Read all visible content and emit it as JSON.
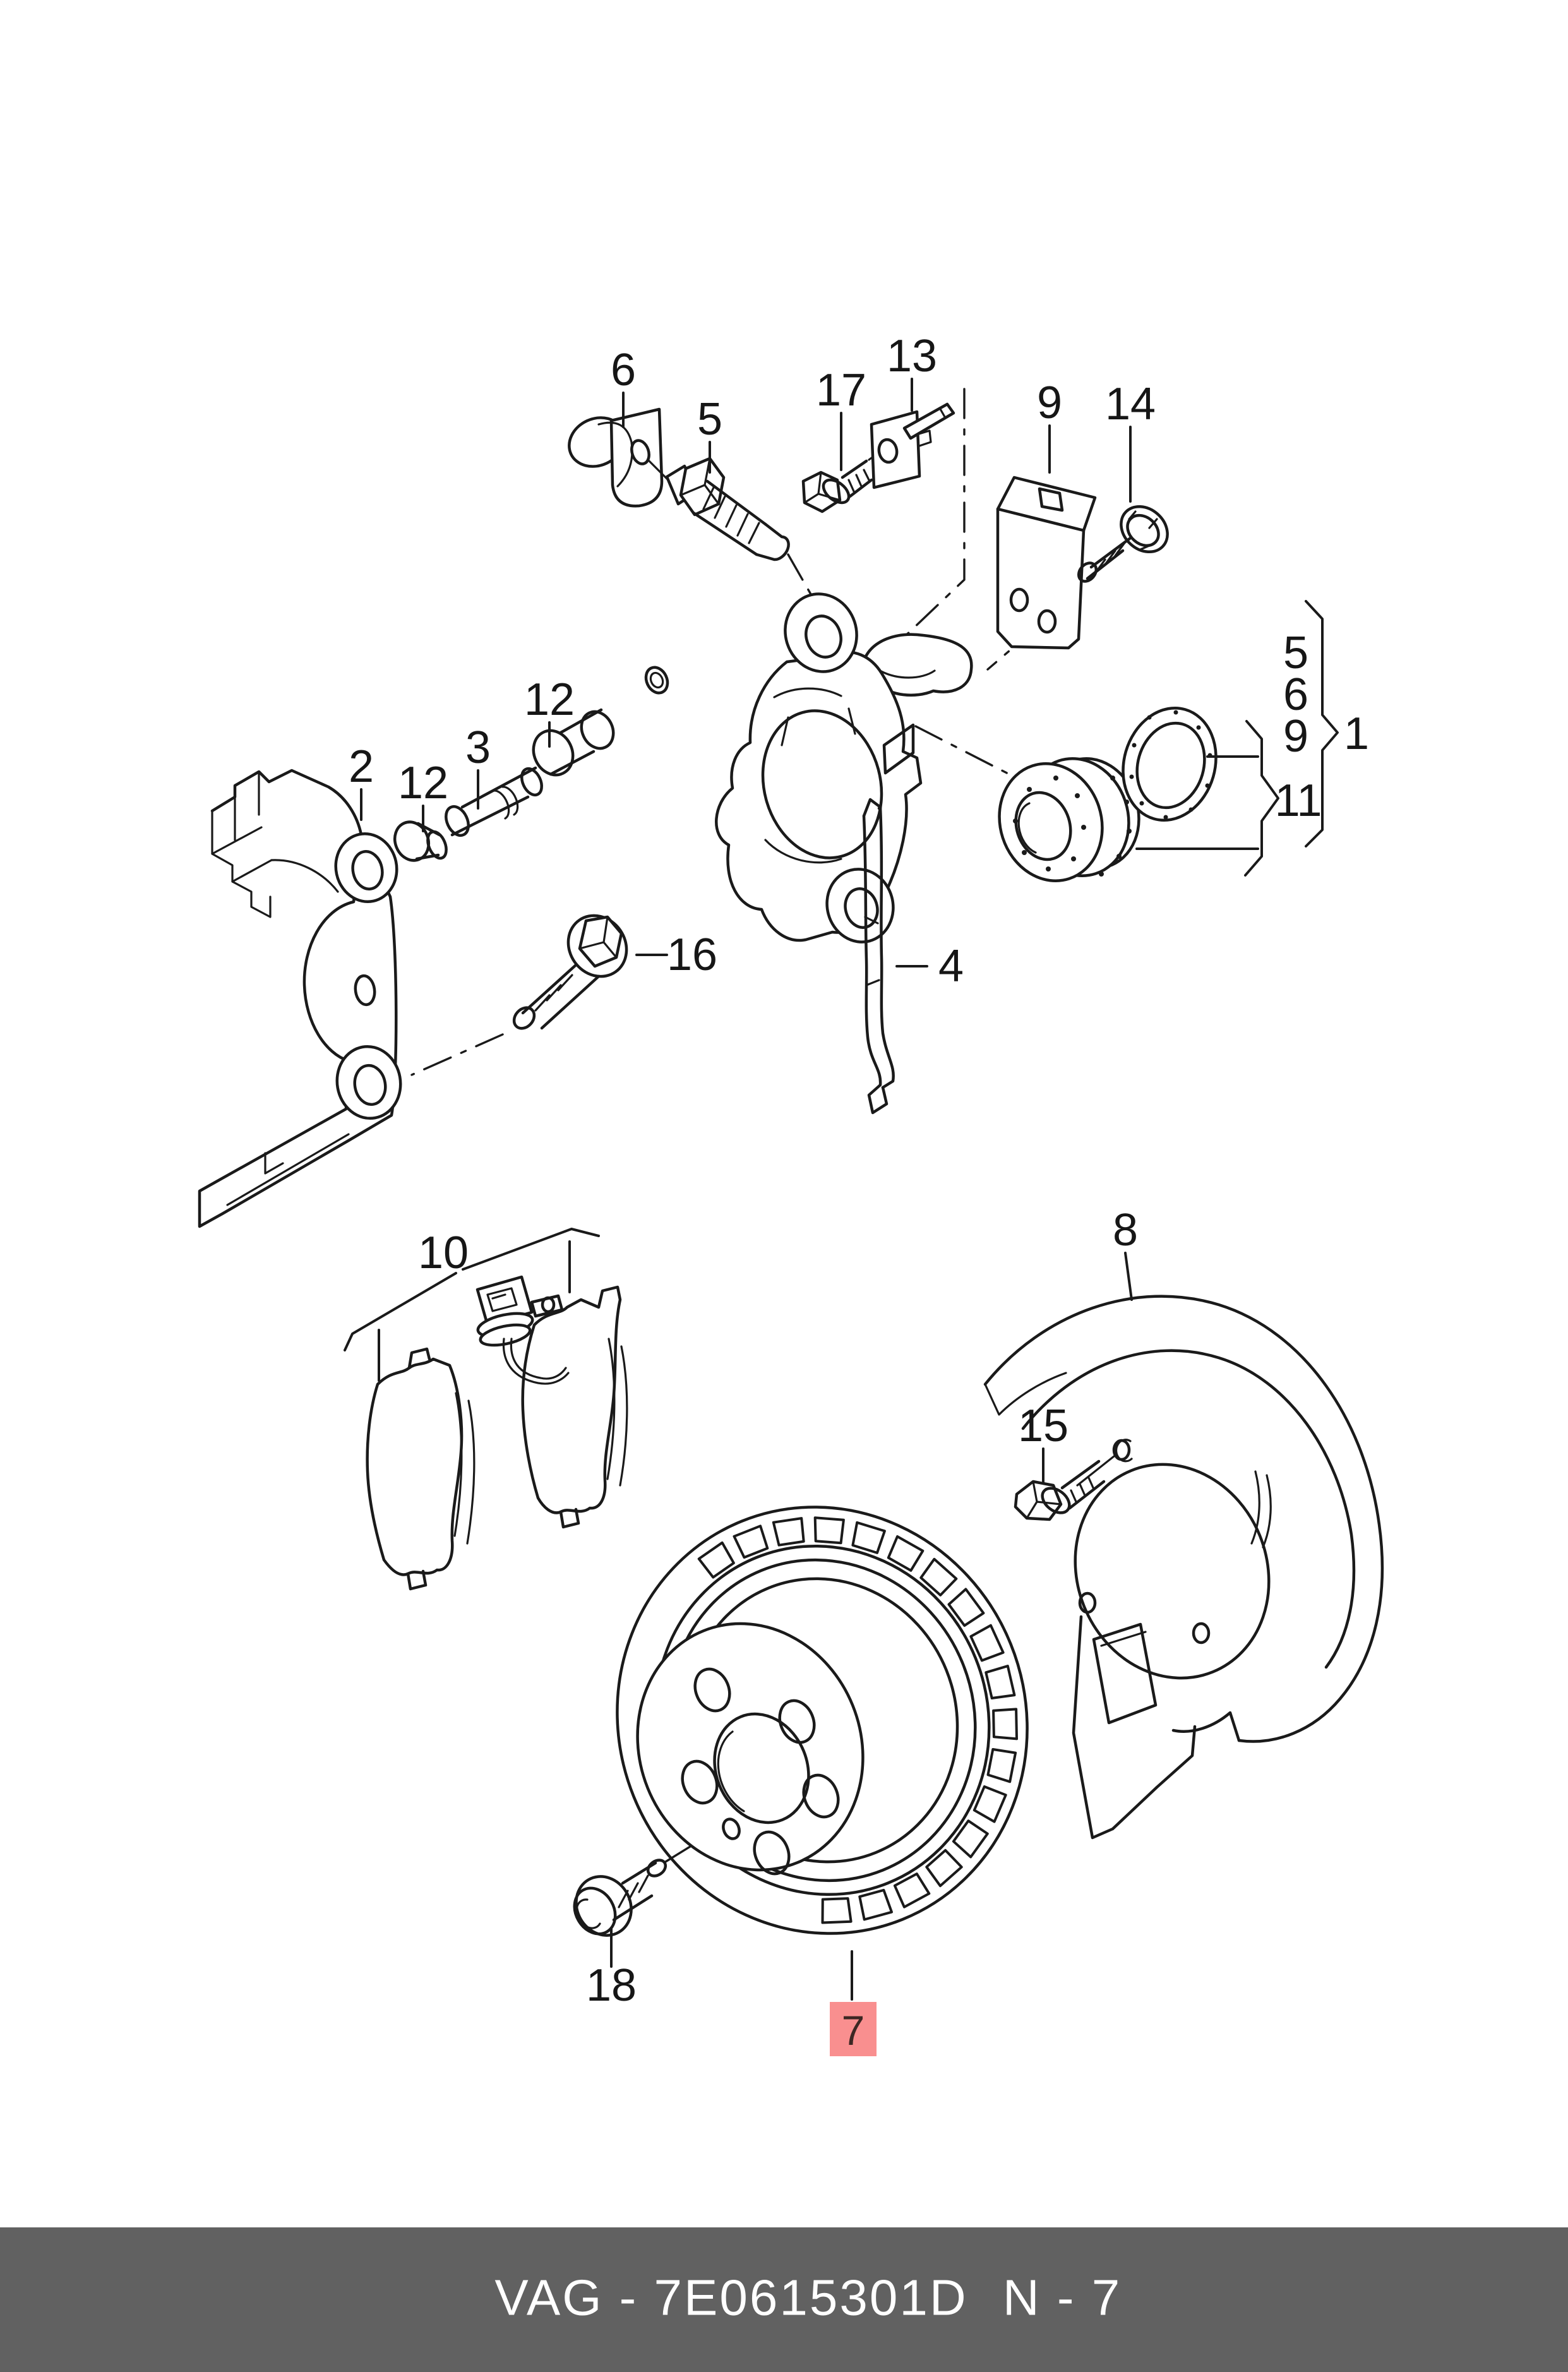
{
  "diagram": {
    "highlighted_part": "7",
    "callouts": {
      "n1": "1",
      "n2": "2",
      "n3": "3",
      "n4": "4",
      "n5": "5",
      "n6": "6",
      "n7": "7",
      "n8": "8",
      "n9": "9",
      "n10": "10",
      "n11": "11",
      "n12_left": "12",
      "n12_right": "12",
      "n13": "13",
      "n14": "14",
      "n15": "15",
      "n16": "16",
      "n17": "17",
      "n18": "18",
      "group_5": "5",
      "group_6": "6",
      "group_9": "9"
    },
    "group_brackets": {
      "group1": {
        "members": [
          "5",
          "6",
          "9"
        ],
        "points_to": "1"
      },
      "group11": {
        "points_to": "11"
      }
    }
  },
  "colors": {
    "line": "#1a1a1a",
    "highlight_bg": "#f98f8f",
    "highlight_text": "#3d2723",
    "footer_bg": "#616161",
    "footer_text": "#ffffff",
    "page_bg": "#ffffff"
  },
  "footer": {
    "catalog": "VAG",
    "separator": "-",
    "part_number": "7E0615301D",
    "left_text": "VAG - 7E0615301D",
    "page_code": "N - 7"
  }
}
